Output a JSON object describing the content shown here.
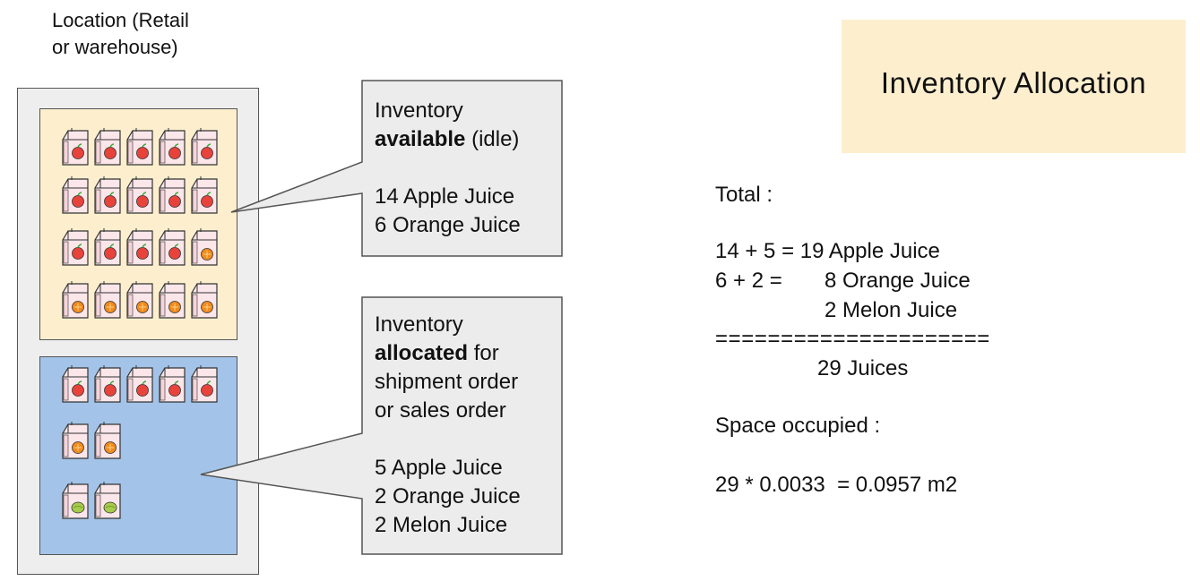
{
  "location_label_line1": "Location (Retail",
  "location_label_line2": "or warehouse)",
  "title": "Inventory Allocation",
  "available_callout": {
    "line1": "Inventory",
    "line2_bold": "available",
    "line2_rest": " (idle)",
    "item1": "14 Apple Juice",
    "item2": "6 Orange Juice"
  },
  "allocated_callout": {
    "line1": "Inventory",
    "line2_bold": "allocated",
    "line2_rest": " for",
    "line3": "shipment order",
    "line4": "or sales order",
    "item1": "5 Apple Juice",
    "item2": "2 Orange Juice",
    "item3": "2 Melon Juice"
  },
  "summary": {
    "total_label": "Total :",
    "row1_calc": "14 + 5 = ",
    "row1_result": "19 Apple Juice",
    "row2_calc": "6 + 2 =",
    "row2_result": "8 Orange Juice",
    "row3_result": "2 Melon Juice",
    "separator": "=====================",
    "grand_total": "29 Juices",
    "space_label": "Space occupied :",
    "space_calc": "29 * 0.0033  = 0.0957 m2"
  },
  "inventory": {
    "available": {
      "apple": 14,
      "orange": 6
    },
    "allocated": {
      "apple": 5,
      "orange": 2,
      "melon": 2
    }
  },
  "colors": {
    "apple": "#e8433b",
    "orange": "#f28b1c",
    "melon": "#a6cc4a",
    "available_bg": "#fdefce",
    "allocated_bg": "#a3c4e8",
    "location_bg": "#eeeeee",
    "callout_bg": "#ececec"
  }
}
